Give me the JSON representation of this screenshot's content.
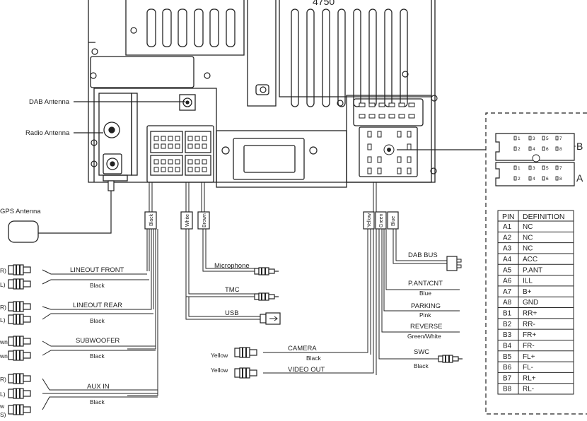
{
  "unit": {
    "model_number": "4750"
  },
  "left_margin": {
    "fragments": [
      "R)",
      "L)",
      "R)",
      "L)",
      "wn",
      "wn",
      "R)",
      "L)",
      "w",
      "S)"
    ]
  },
  "antennas": {
    "dab": "DAB Antenna",
    "radio": "Radio Antenna",
    "gps": "GPS Antenna"
  },
  "harness_tags": {
    "black": "Black",
    "white": "White",
    "brown": "Brown",
    "yellow": "Yellow",
    "green": "Green",
    "blue": "Blue"
  },
  "left_outputs": [
    {
      "name": "LINEOUT FRONT",
      "wire": "Black"
    },
    {
      "name": "LINEOUT REAR",
      "wire": "Black"
    },
    {
      "name": "SUBWOOFER",
      "wire": "Black"
    },
    {
      "name": "AUX IN",
      "wire": "Black"
    }
  ],
  "middle_leads": {
    "microphone": "Microphone",
    "tmc": "TMC",
    "usb": "USB"
  },
  "right_leads": {
    "dab_bus": "DAB BUS",
    "pant": {
      "name": "P.ANT/CNT",
      "wire": "Blue"
    },
    "parking": {
      "name": "PARKING",
      "wire": "Pink"
    },
    "reverse": {
      "name": "REVERSE",
      "wire": "Green/White"
    },
    "swc": {
      "name": "SWC",
      "wire": "Black"
    },
    "camera": {
      "name": "CAMERA",
      "color": "Yellow",
      "wire": "Black"
    },
    "video_out": {
      "name": "VIDEO OUT",
      "color": "Yellow"
    }
  },
  "connector_detail": {
    "label_b": "B",
    "label_a": "A",
    "pins_top": [
      "1",
      "3",
      "5",
      "7"
    ],
    "pins_bottom": [
      "2",
      "4",
      "6",
      "8"
    ]
  },
  "pin_table": {
    "headers": [
      "PIN",
      "DEFINITION"
    ],
    "rows": [
      [
        "A1",
        "NC"
      ],
      [
        "A2",
        "NC"
      ],
      [
        "A3",
        "NC"
      ],
      [
        "A4",
        "ACC"
      ],
      [
        "A5",
        "P.ANT"
      ],
      [
        "A6",
        "ILL"
      ],
      [
        "A7",
        "B+"
      ],
      [
        "A8",
        "GND"
      ],
      [
        "B1",
        "RR+"
      ],
      [
        "B2",
        "RR-"
      ],
      [
        "B3",
        "FR+"
      ],
      [
        "B4",
        "FR-"
      ],
      [
        "B5",
        "FL+"
      ],
      [
        "B6",
        "FL-"
      ],
      [
        "B7",
        "RL+"
      ],
      [
        "B8",
        "RL-"
      ]
    ]
  }
}
